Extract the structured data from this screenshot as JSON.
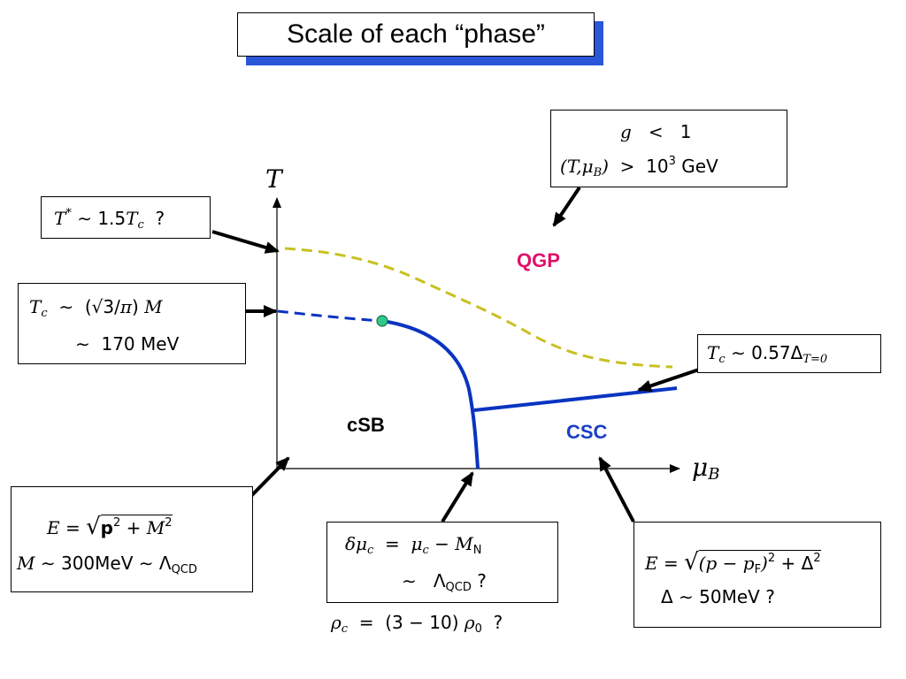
{
  "title": "Scale of each “phase”",
  "axes": {
    "t_label": "T",
    "mu_label": "μ",
    "mu_sub": "B"
  },
  "phases": {
    "qgp": {
      "label": "QGP",
      "color": "#e0106a"
    },
    "csb": {
      "label": "cSB",
      "color": "#000000"
    },
    "csc": {
      "label": "CSC",
      "color": "#1a3fc4"
    }
  },
  "boxes": {
    "coupling": {
      "g": "g",
      "lt": "<",
      "one": "1",
      "open": "(",
      "T": "T",
      "comma": ",",
      "mu": "μ",
      "muSub": "B",
      "close": ")",
      "gt": ">",
      "tenBase": "10",
      "tenExp": "3",
      "gev": "GeV"
    },
    "tstar": {
      "T": "T",
      "star": "*",
      "sim": "∼",
      "val": "1.5",
      "Tc": "T",
      "c": "c",
      "q": "?"
    },
    "tc_chiral": {
      "T": "T",
      "c": "c",
      "sim": "∼",
      "sqrtExpr": "(√3/",
      "pi": "π",
      "close": ")",
      "M": "M",
      "sim2": "∼",
      "val": "170 MeV"
    },
    "tc_csc": {
      "T": "T",
      "c": "c",
      "sim": "∼",
      "val": "0.57",
      "Delta": "Δ",
      "sub": "T=0"
    },
    "dispersion_vac": {
      "E": "E",
      "eq": "=",
      "sqrt": "√",
      "p": "p",
      "sq": "2",
      "plus": "+",
      "M": "M",
      "sq2": "2",
      "M2": "M",
      "sim": "∼",
      "val": "300MeV",
      "sim2": "∼",
      "Lambda": "Λ",
      "qcd": "QCD"
    },
    "mu_c": {
      "delta": "δμ",
      "c": "c",
      "eq": "=",
      "mu": "μ",
      "c2": "c",
      "minus": "−",
      "M": "M",
      "N": "N",
      "sim": "∼",
      "Lambda": "Λ",
      "qcd": "QCD",
      "q": "?"
    },
    "rho_c": {
      "rho": "ρ",
      "c": "c",
      "eq": "=",
      "val": "(3 − 10)",
      "rho0": "ρ",
      "zero": "0",
      "q": "?"
    },
    "dispersion_csc": {
      "E": "E",
      "eq": "=",
      "sqrt": "√",
      "inner": "(p − p",
      "F": "F",
      "close": ")",
      "sq": "2",
      "plus": "+",
      "Delta": "Δ",
      "sq2": "2",
      "Delta2": "Δ",
      "sim": "∼",
      "val": "50MeV",
      "q": "?"
    }
  },
  "colors": {
    "axis": "#000000",
    "chiral_line": "#0a34c0",
    "deconf_line": "#c9c020",
    "critical_point": "#2fc98a",
    "title_shadow": "#2a56d8"
  }
}
